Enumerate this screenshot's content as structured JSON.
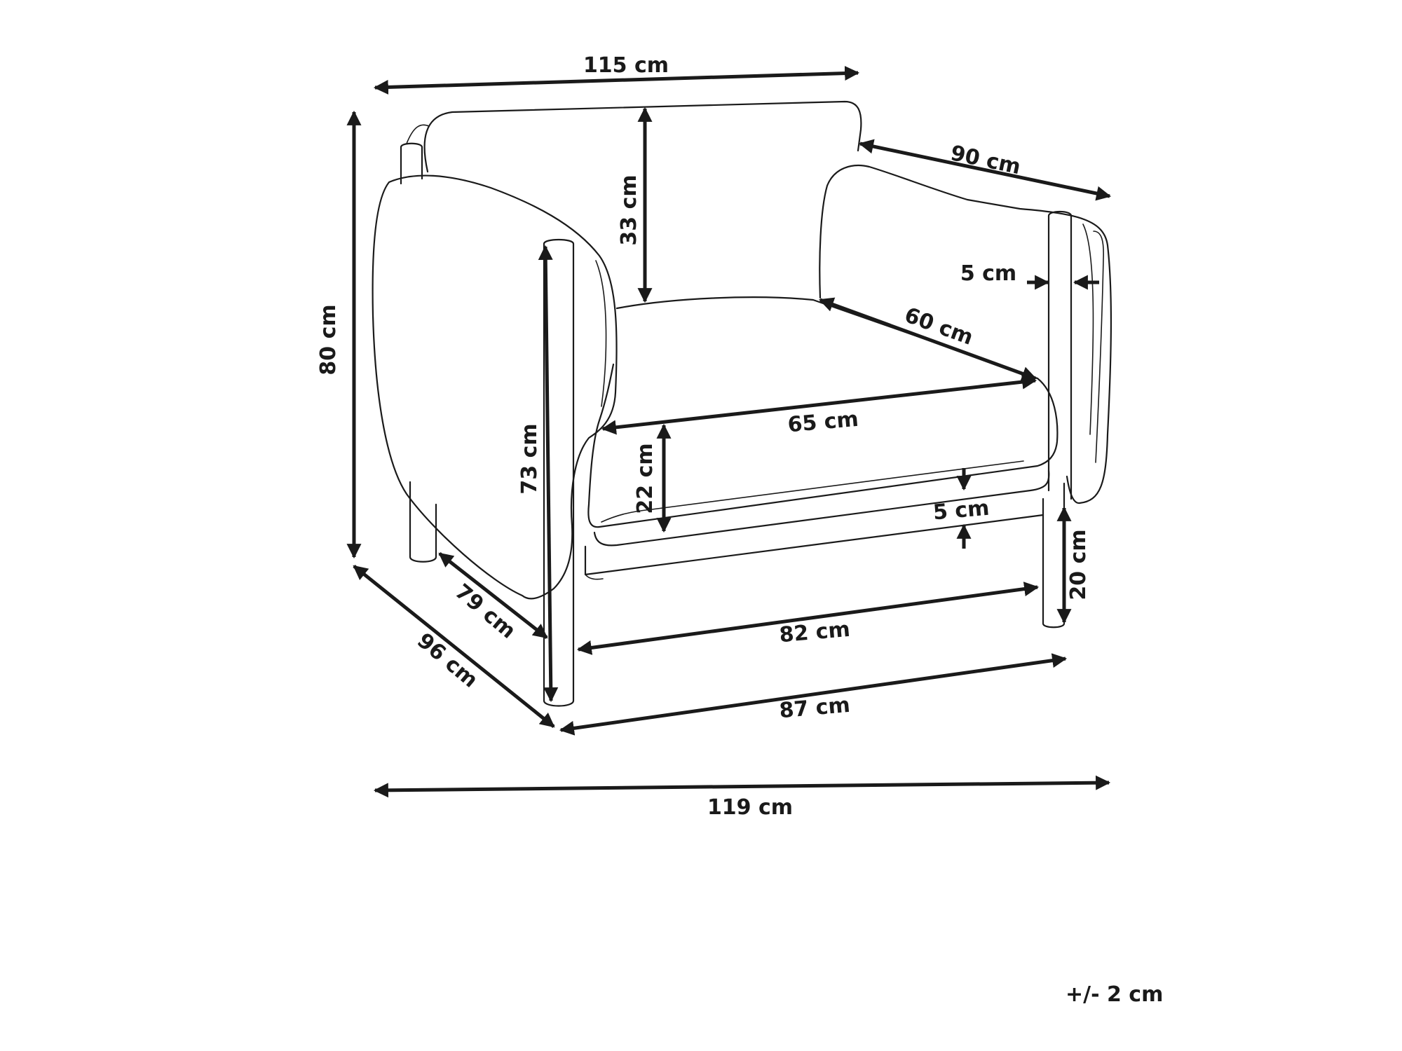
{
  "dimensions": {
    "overall_width_top": "115 cm",
    "overall_depth_side": "90 cm",
    "overall_height": "80 cm",
    "backrest_height": "33 cm",
    "armrest_thickness": "5 cm",
    "seat_depth": "60 cm",
    "seat_width": "65 cm",
    "arm_height": "73 cm",
    "seat_cushion_height": "22 cm",
    "base_thickness": "5 cm",
    "leg_height": "20 cm",
    "inner_depth": "79 cm",
    "overall_depth_front": "96 cm",
    "inner_width_front": "82 cm",
    "outer_width_front": "87 cm",
    "overall_width_bottom": "119 cm"
  },
  "tolerance": "+/- 2 cm"
}
